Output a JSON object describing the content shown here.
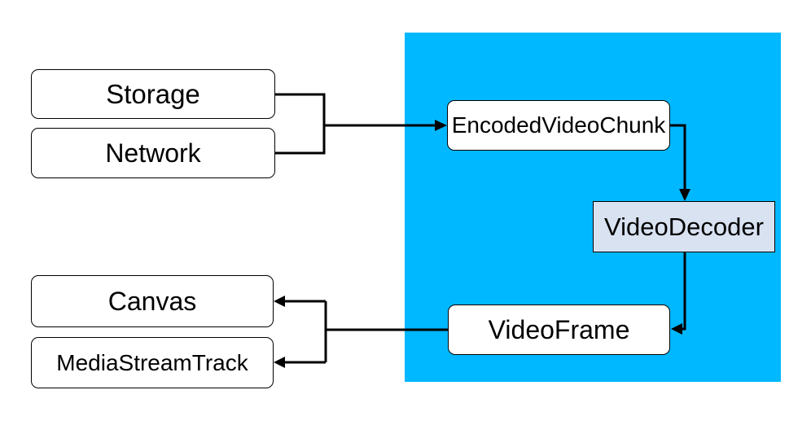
{
  "colors": {
    "background": "#ffffff",
    "region_fill": "#00b8ff",
    "node_fill": "#ffffff",
    "decoder_fill": "#d9e2f1",
    "border": "#000000",
    "arrow": "#000000",
    "text": "#000000"
  },
  "nodes": {
    "storage": {
      "label": "Storage"
    },
    "network": {
      "label": "Network"
    },
    "encoded_video_chunk": {
      "label": "EncodedVideoChunk"
    },
    "video_decoder": {
      "label": "VideoDecoder"
    },
    "video_frame": {
      "label": "VideoFrame"
    },
    "canvas": {
      "label": "Canvas"
    },
    "media_stream_track": {
      "label": "MediaStreamTrack"
    }
  },
  "edges": [
    {
      "from": "storage",
      "to": "encoded_video_chunk"
    },
    {
      "from": "network",
      "to": "encoded_video_chunk"
    },
    {
      "from": "encoded_video_chunk",
      "to": "video_decoder"
    },
    {
      "from": "video_decoder",
      "to": "video_frame"
    },
    {
      "from": "video_frame",
      "to": "canvas"
    },
    {
      "from": "video_frame",
      "to": "media_stream_track"
    }
  ]
}
